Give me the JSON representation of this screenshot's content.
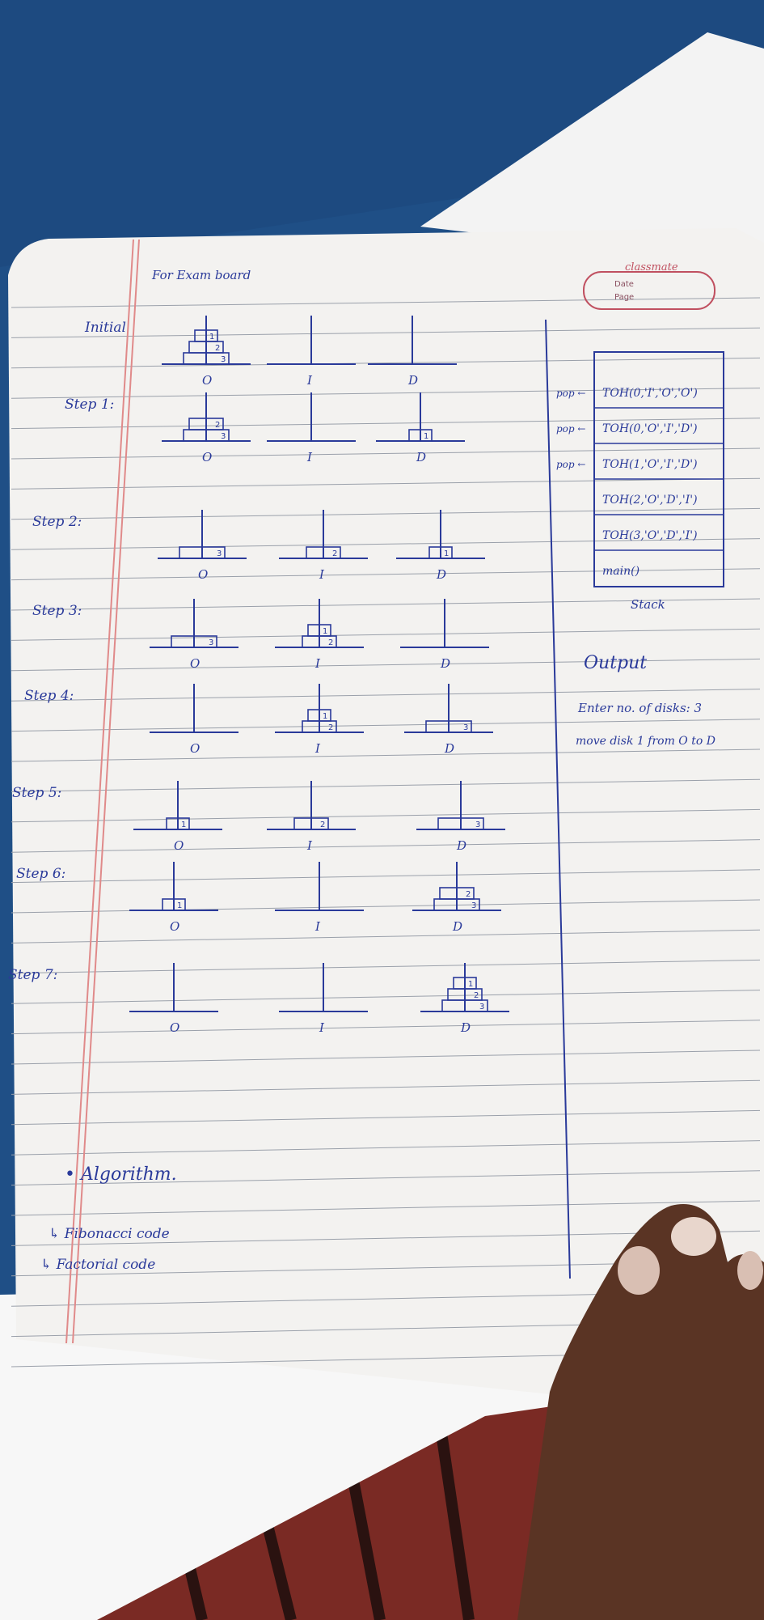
{
  "header": {
    "note": "For Exam board",
    "brand": "classmate",
    "date_label": "Date",
    "page_label": "Page"
  },
  "steps": [
    {
      "label": "Initial",
      "pegs": [
        "O",
        "I",
        "D"
      ]
    },
    {
      "label": "Step 1:",
      "pegs": [
        "O",
        "I",
        "D"
      ]
    },
    {
      "label": "Step 2:",
      "pegs": [
        "O",
        "I",
        "D"
      ]
    },
    {
      "label": "Step 3:",
      "pegs": [
        "O",
        "I",
        "D"
      ]
    },
    {
      "label": "Step 4:",
      "pegs": [
        "O",
        "I",
        "D"
      ]
    },
    {
      "label": "Step 5:",
      "pegs": [
        "O",
        "I",
        "D"
      ]
    },
    {
      "label": "Step 6:",
      "pegs": [
        "O",
        "I",
        "D"
      ]
    },
    {
      "label": "Step 7:",
      "pegs": [
        "O",
        "I",
        "D"
      ]
    }
  ],
  "stack": {
    "frames": [
      {
        "prefix": "pop ←",
        "text": "TOH(0,'I','O','O')"
      },
      {
        "prefix": "pop ←",
        "text": "TOH(0,'O','I','D')"
      },
      {
        "prefix": "pop ←",
        "text": "TOH(1,'O','I','D')"
      },
      {
        "prefix": "",
        "text": "TOH(2,'O','D','I')"
      },
      {
        "prefix": "",
        "text": "TOH(3,'O','D','I')"
      },
      {
        "prefix": "",
        "text": "main()"
      }
    ],
    "label": "Stack"
  },
  "output": {
    "title": "Output",
    "lines": [
      "Enter no. of disks: 3",
      "move disk 1 from O to D"
    ]
  },
  "algorithm": {
    "title": "• Algorithm.",
    "items": [
      "↳ Fibonacci code",
      "↳ Factorial code"
    ]
  },
  "colors": {
    "ink": "#2a3a9a",
    "paper": "#f3f2f0",
    "margin_line": "#e08a8a",
    "ruled_line": "#9aa0aa",
    "background": "#1f4f86",
    "skin": "#5a3424"
  }
}
